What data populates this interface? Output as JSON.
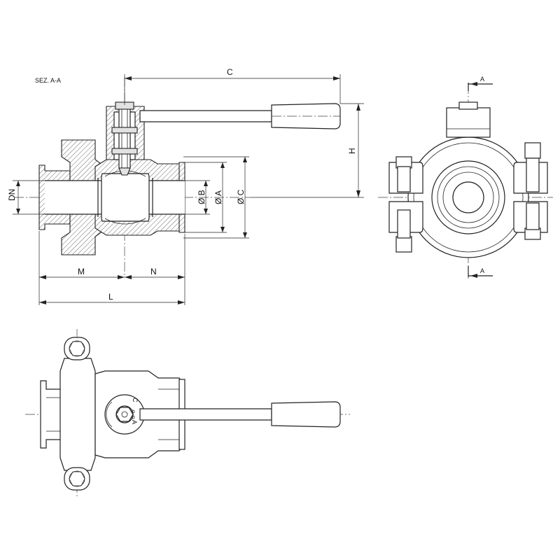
{
  "section_title": "SEZ. A-A",
  "section_marker": "A",
  "dimensions": {
    "C_top": "C",
    "H": "H",
    "DN": "DN",
    "B": "Ø B",
    "A": "Ø A",
    "C_dia": "Ø C",
    "M": "M",
    "N": "N",
    "L": "L"
  },
  "stop_marks": {
    "c": "C",
    "a": "A"
  }
}
